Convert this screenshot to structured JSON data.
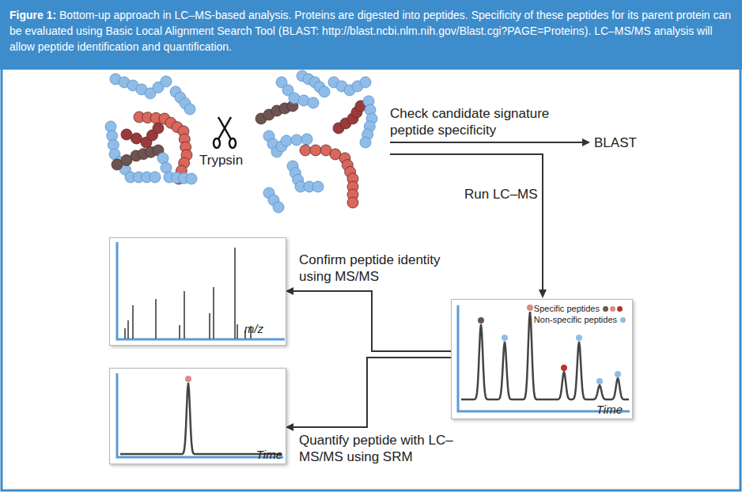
{
  "diagram": {
    "caption": "Figure 1: Bottom-up approach in LC–MS-based analysis. Proteins are digested into peptides. Specificity of these peptides for its parent protein can be evaluated using Basic Local Alignment Search Tool (BLAST: http://blast.ncbi.nlm.nih.gov/Blast.cgi?PAGE=Proteins). LC–MS/MS analysis will allow peptide identification and quantification.",
    "nodes": [
      {
        "text": [
          "m/z"
        ]
      },
      {
        "text": [
          "Time"
        ]
      },
      {
        "text": [
          "Time"
        ]
      }
    ],
    "edges": [
      {
        "from": 1,
        "to": 0,
        "arrow": "to",
        "label": "Confirm peptide identity using MS/MS"
      },
      {
        "from": 1,
        "to": 2,
        "arrow": "to",
        "label": "Quantify peptide with LC–MS/MS using SRM"
      }
    ],
    "labels": [
      "Trypsin",
      "Check candidate signature peptide specificity",
      "BLAST",
      "Run LC–MS"
    ],
    "legend": [
      {
        "text": "Specific peptides"
      },
      {
        "text": "Non-specific peptides",
        "color": "#8fbde8"
      }
    ]
  }
}
